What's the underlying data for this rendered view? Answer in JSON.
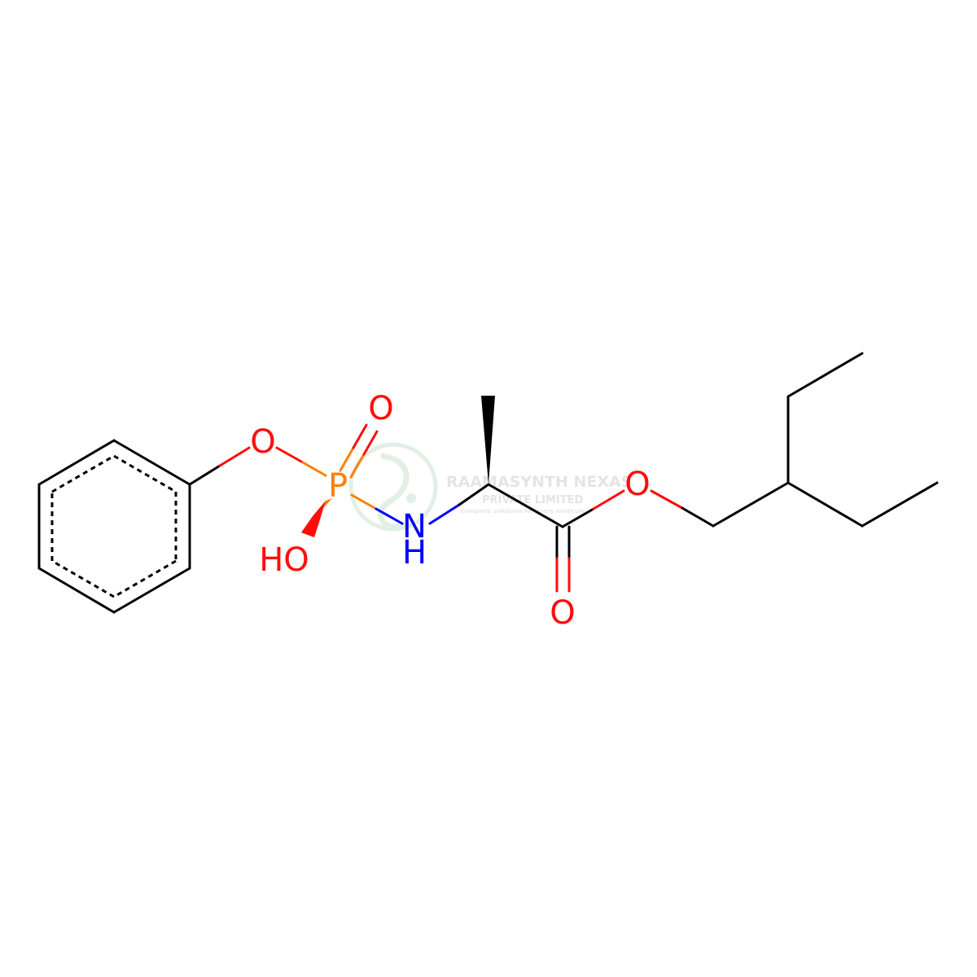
{
  "diagram": {
    "type": "chemical-structure",
    "atoms": {
      "o_ester_phenyl": {
        "label": "O"
      },
      "p": {
        "label": "P"
      },
      "o_double_p": {
        "label": "O"
      },
      "oh": {
        "label": "HO"
      },
      "n": {
        "label": "N"
      },
      "nh": {
        "label": "H"
      },
      "o_ester": {
        "label": "O"
      },
      "o_carbonyl": {
        "label": "O"
      }
    },
    "colors": {
      "bond": "#000000",
      "oxygen": "#FF0D0D",
      "nitrogen": "#0000FF",
      "phosphorus": "#FF8000"
    }
  },
  "watermark": {
    "company": "RAAMASYNTH NEXAS",
    "subtitle": "PRIVATE LIMITED",
    "tagline": "Complete solutions for every molecule",
    "logo_color": "#7dbb8a"
  }
}
